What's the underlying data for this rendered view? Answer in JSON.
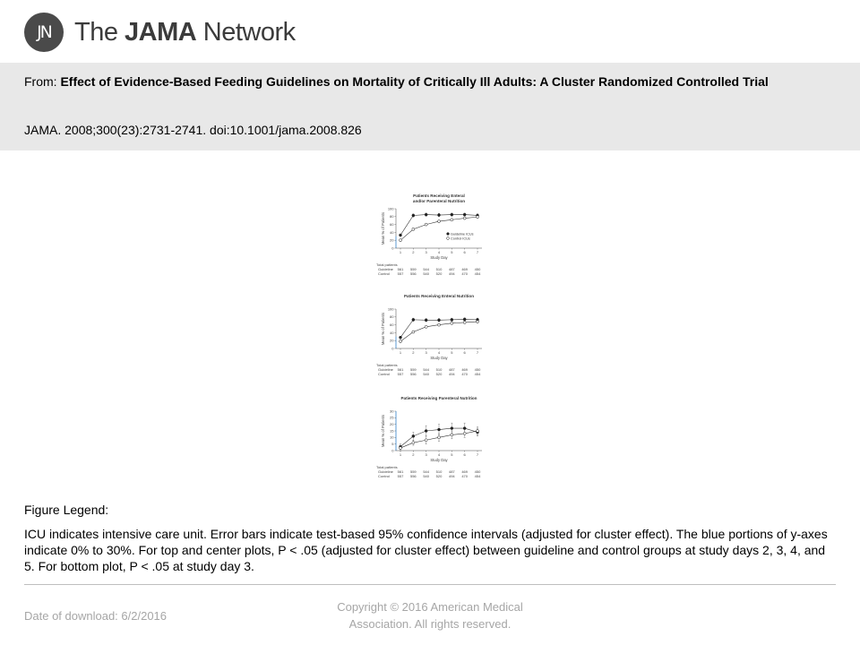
{
  "header": {
    "logo_mark": "JN",
    "logo_prefix": "The ",
    "logo_bold": "JAMA",
    "logo_suffix": " Network"
  },
  "citation": {
    "from_label": "From: ",
    "title": "Effect of Evidence-Based Feeding Guidelines on Mortality of Critically Ill Adults:  A Cluster Randomized Controlled Trial",
    "reference": "JAMA. 2008;300(23):2731-2741. doi:10.1001/jama.2008.826"
  },
  "chart_data": [
    {
      "type": "line",
      "title": "Patients Receiving Enteral and/or Parenteral Nutrition",
      "title_lines": [
        "Patients Receiving Enteral",
        "and/or Parenteral Nutrition"
      ],
      "xlabel": "Study Day",
      "ylabel": "Mean % of Patients",
      "categories": [
        "1",
        "2",
        "3",
        "4",
        "5",
        "6",
        "7"
      ],
      "ylim": [
        0,
        100
      ],
      "yticks": [
        0,
        20,
        40,
        60,
        80,
        100
      ],
      "legend_position": "bottom-right",
      "series": [
        {
          "name": "Guideline ICUs",
          "marker": "filled",
          "values": [
            33,
            83,
            85,
            84,
            85,
            85,
            83
          ],
          "errors": [
            3,
            4,
            4,
            4,
            4,
            4,
            4
          ]
        },
        {
          "name": "Control ICUs",
          "marker": "open",
          "values": [
            20,
            48,
            60,
            68,
            72,
            76,
            79
          ],
          "errors": [
            3,
            3,
            3,
            3,
            3,
            3,
            3
          ]
        }
      ],
      "table": {
        "heading": "Total patients",
        "rows": [
          {
            "label": "Guideline",
            "values": [
              "561",
              "559",
              "544",
              "510",
              "487",
              "469",
              "450"
            ]
          },
          {
            "label": "Control",
            "values": [
              "557",
              "556",
              "540",
              "520",
              "494",
              "470",
              "454"
            ]
          }
        ]
      }
    },
    {
      "type": "line",
      "title": "Patients Receiving Enteral Nutrition",
      "title_lines": [
        "Patients Receiving Enteral Nutrition"
      ],
      "xlabel": "Study Day",
      "ylabel": "Mean % of Patients",
      "categories": [
        "1",
        "2",
        "3",
        "4",
        "5",
        "6",
        "7"
      ],
      "ylim": [
        0,
        100
      ],
      "yticks": [
        0,
        20,
        40,
        60,
        80,
        100
      ],
      "series": [
        {
          "name": "Guideline ICUs",
          "marker": "filled",
          "values": [
            28,
            73,
            72,
            72,
            73,
            74,
            73
          ],
          "errors": [
            3,
            4,
            4,
            4,
            4,
            4,
            4
          ]
        },
        {
          "name": "Control ICUs",
          "marker": "open",
          "values": [
            18,
            42,
            55,
            60,
            64,
            66,
            68
          ],
          "errors": [
            3,
            3,
            3,
            3,
            3,
            3,
            3
          ]
        }
      ],
      "table": {
        "heading": "Total patients",
        "rows": [
          {
            "label": "Guideline",
            "values": [
              "561",
              "559",
              "544",
              "510",
              "487",
              "469",
              "450"
            ]
          },
          {
            "label": "Control",
            "values": [
              "557",
              "556",
              "540",
              "520",
              "494",
              "470",
              "454"
            ]
          }
        ]
      }
    },
    {
      "type": "line",
      "title": "Patients Receiving Parenteral Nutrition",
      "title_lines": [
        "Patients Receiving Parenteral Nutrition"
      ],
      "xlabel": "Study Day",
      "ylabel": "Mean % of Patients",
      "categories": [
        "1",
        "2",
        "3",
        "4",
        "5",
        "6",
        "7"
      ],
      "ylim": [
        0,
        30
      ],
      "yticks": [
        0,
        5,
        10,
        15,
        20,
        25,
        30
      ],
      "series": [
        {
          "name": "Guideline ICUs",
          "marker": "filled",
          "values": [
            3,
            11,
            15,
            16,
            17,
            17,
            14
          ],
          "errors": [
            2,
            3,
            4,
            4,
            4,
            4,
            3
          ]
        },
        {
          "name": "Control ICUs",
          "marker": "open",
          "values": [
            2,
            6,
            8,
            10,
            12,
            13,
            15
          ],
          "errors": [
            2,
            2,
            3,
            3,
            3,
            3,
            3
          ]
        }
      ],
      "table": {
        "heading": "Total patients",
        "rows": [
          {
            "label": "Guideline",
            "values": [
              "561",
              "559",
              "544",
              "510",
              "487",
              "469",
              "450"
            ]
          },
          {
            "label": "Control",
            "values": [
              "557",
              "556",
              "540",
              "520",
              "494",
              "470",
              "454"
            ]
          }
        ]
      }
    }
  ],
  "legend": {
    "title": "Figure Legend:",
    "text": "ICU indicates intensive care unit. Error bars indicate test-based 95% confidence intervals (adjusted for cluster effect). The blue portions of y-axes indicate 0% to 30%. For top and center plots, P < .05 (adjusted for cluster effect) between guideline and control groups at study days 2, 3, 4, and 5. For bottom plot, P < .05 at study day 3."
  },
  "footer": {
    "download_label": "Date of download:  ",
    "download_date": "6/2/2016",
    "copyright": "Copyright © 2016 American Medical Association. All rights reserved."
  },
  "colors": {
    "citation_bar": "#e8e8e8",
    "axis_highlight": "#5b9bd5",
    "footer_text": "#a6a6a6"
  }
}
